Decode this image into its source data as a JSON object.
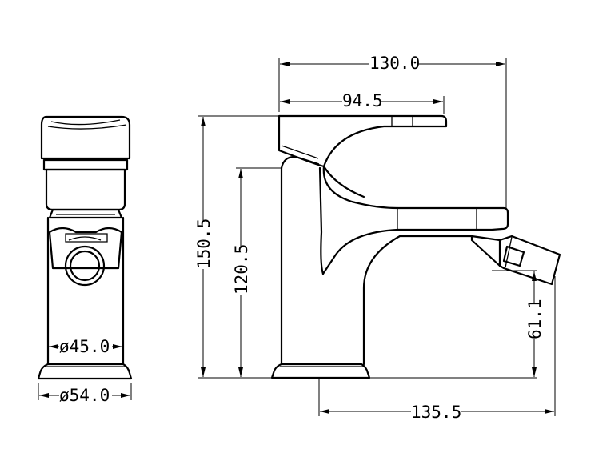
{
  "dimensions": {
    "total_length": "130.0",
    "lever_length": "94.5",
    "total_height": "150.5",
    "body_height": "120.5",
    "nozzle_height": "61.1",
    "nozzle_reach": "135.5",
    "body_diameter": "ø45.0",
    "base_diameter": "ø54.0"
  }
}
